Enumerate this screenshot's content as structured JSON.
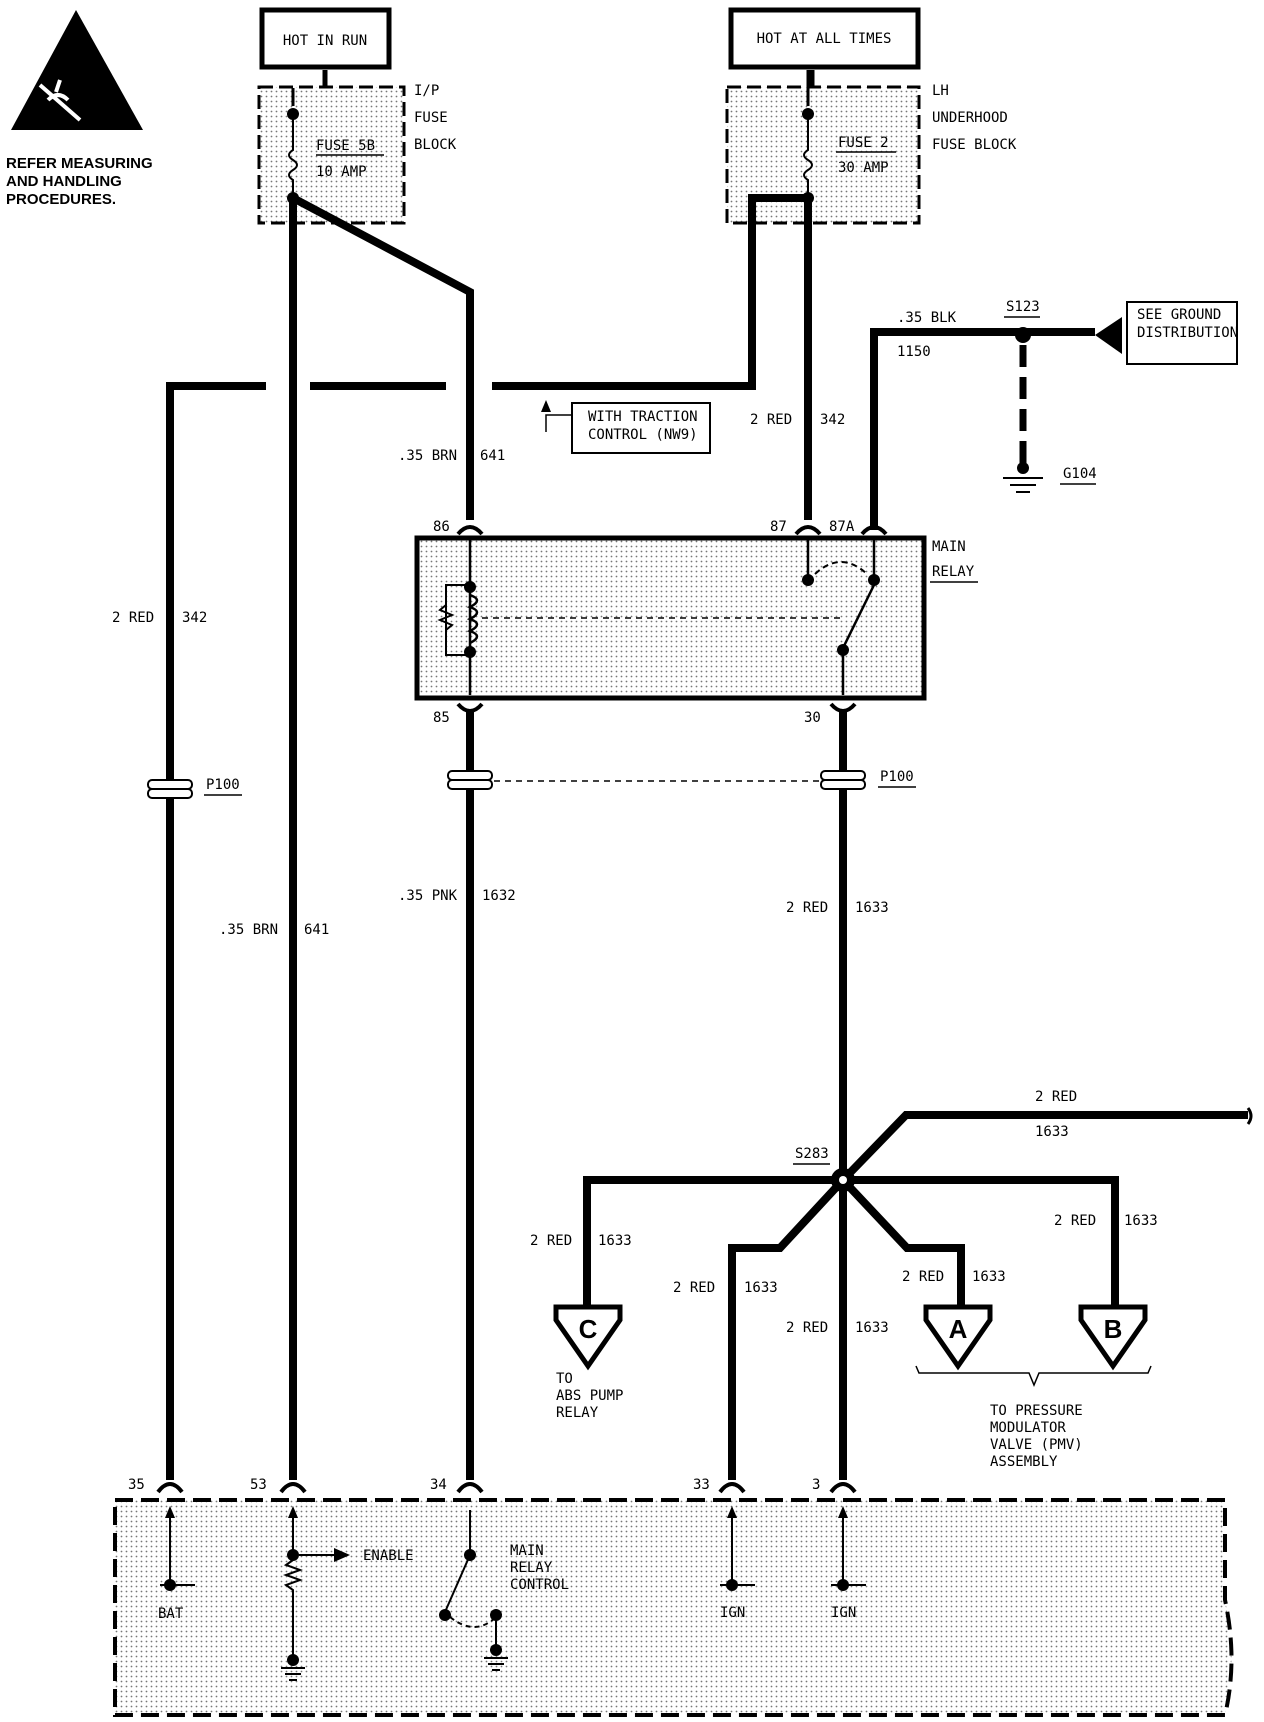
{
  "warning": {
    "icon": "esd-warning-icon",
    "lines": [
      "REFER MEASURING",
      "AND HANDLING",
      "PROCEDURES."
    ]
  },
  "power_sources": {
    "hot_in_run": "HOT IN RUN",
    "hot_at_all_times": "HOT AT ALL TIMES"
  },
  "ip_fuse_block": {
    "title_lines": [
      "I/P",
      "FUSE",
      "BLOCK"
    ],
    "fuse_name": "FUSE 5B",
    "fuse_rating": "10 AMP"
  },
  "underhood_fuse_block": {
    "title_lines": [
      "LH",
      "UNDERHOOD",
      "FUSE BLOCK"
    ],
    "fuse_name": "FUSE 2",
    "fuse_rating": "30 AMP"
  },
  "ground": {
    "wire_gauge": ".35 BLK",
    "wire_circuit": "1150",
    "splice": "S123",
    "see_box_lines": [
      "SEE GROUND",
      "DISTRIBUTION"
    ],
    "ground_point": "G104"
  },
  "traction_note_lines": [
    "WITH TRACTION",
    "CONTROL (NW9)"
  ],
  "wires": {
    "brn_641_gauge": ".35 BRN",
    "brn_641_circuit": "641",
    "red_342_gauge": "2 RED",
    "red_342_circuit": "342",
    "pnk_1632_gauge": ".35 PNK",
    "pnk_1632_circuit": "1632",
    "red_1633_gauge": "2 RED",
    "red_1633_circuit": "1633"
  },
  "main_relay": {
    "title_lines": [
      "MAIN",
      "RELAY"
    ],
    "pin_86": "86",
    "pin_87": "87",
    "pin_87a": "87A",
    "pin_85": "85",
    "pin_30": "30"
  },
  "connectors": {
    "p100_left": "P100",
    "p100_right": "P100"
  },
  "splice_s283": "S283",
  "destinations": {
    "c_letter": "C",
    "c_lines": [
      "TO",
      "ABS PUMP",
      "RELAY"
    ],
    "a_letter": "A",
    "b_letter": "B",
    "pmv_lines": [
      "TO PRESSURE",
      "MODULATOR",
      "VALVE (PMV)",
      "ASSEMBLY"
    ]
  },
  "module_pins": {
    "p35": "35",
    "p53": "53",
    "p34": "34",
    "p33": "33",
    "p3": "3"
  },
  "module_labels": {
    "bat": "BAT",
    "enable": "ENABLE",
    "main_relay_control_lines": [
      "MAIN",
      "RELAY",
      "CONTROL"
    ],
    "ign_1": "IGN",
    "ign_2": "IGN"
  }
}
